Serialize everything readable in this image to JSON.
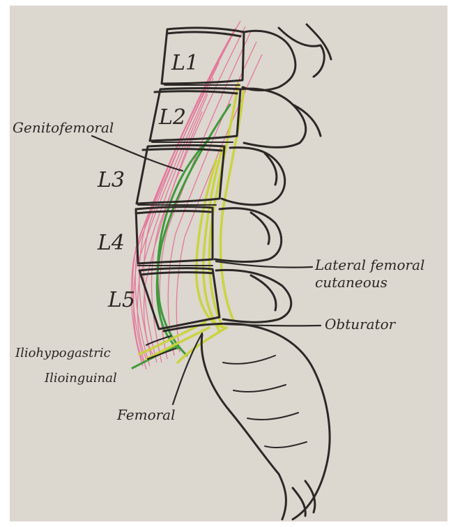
{
  "labels": {
    "vertebrae": [
      "L1",
      "L2",
      "L3",
      "L4",
      "L5"
    ],
    "nerves": {
      "genitofemoral": "Genitofemoral",
      "lateral_femoral_1": "Lateral femoral",
      "lateral_femoral_2": "cutaneous",
      "obturator": "Obturator",
      "iliohypogastric": "Iliohypogastric",
      "ilioinguinal": "Ilioinguinal",
      "femoral": "Femoral"
    }
  },
  "colors": {
    "background": "#dcd7cf",
    "ink": "#2c2826",
    "psoas_muscle": "#e8578a",
    "nerve_yellow": "#c8d43a",
    "nerve_green": "#3f9a3c"
  }
}
